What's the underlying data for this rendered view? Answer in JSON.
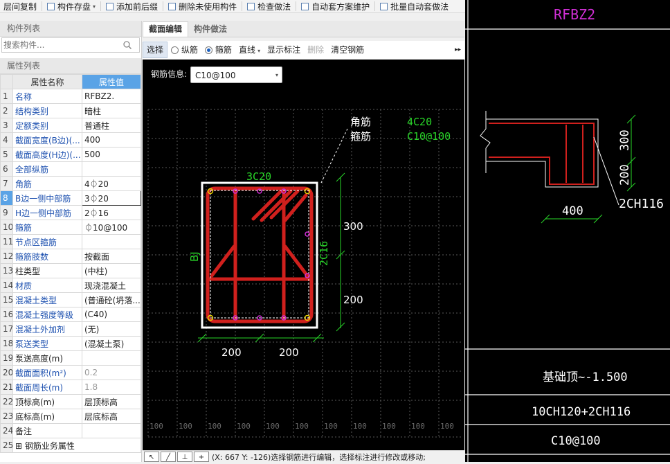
{
  "toolbar": {
    "items": [
      {
        "label": "层间复制",
        "icon": "copy-floor-icon"
      },
      {
        "label": "构件存盘",
        "icon": "save-component-icon",
        "dropdown": true
      },
      {
        "label": "添加前后缀",
        "icon": "add-prefix-icon"
      },
      {
        "label": "删除未使用构件",
        "icon": "delete-unused-icon"
      },
      {
        "label": "检查做法",
        "icon": "check-method-icon"
      },
      {
        "label": "自动套方案维护",
        "icon": "auto-scheme-icon"
      },
      {
        "label": "批量自动套做法",
        "icon": "batch-auto-icon"
      }
    ]
  },
  "left_panel": {
    "component_list_title": "构件列表",
    "search_placeholder": "搜索构件...",
    "property_list_title": "属性列表",
    "col_name": "属性名称",
    "col_value": "属性值",
    "rows": [
      {
        "n": "1",
        "name": "名称",
        "value": "RFBZ2."
      },
      {
        "n": "2",
        "name": "结构类别",
        "value": "暗柱"
      },
      {
        "n": "3",
        "name": "定额类别",
        "value": "普通柱"
      },
      {
        "n": "4",
        "name": "截面宽度(B边)(...",
        "value": "400"
      },
      {
        "n": "5",
        "name": "截面高度(H边)(...",
        "value": "500"
      },
      {
        "n": "6",
        "name": "全部纵筋",
        "value": ""
      },
      {
        "n": "7",
        "name": "角筋",
        "value": "4⏀20"
      },
      {
        "n": "8",
        "name": "B边一侧中部筋",
        "value": "3⏀20"
      },
      {
        "n": "9",
        "name": "H边一侧中部筋",
        "value": "2⏀16"
      },
      {
        "n": "10",
        "name": "箍筋",
        "value": "⏀10@100"
      },
      {
        "n": "11",
        "name": "节点区箍筋",
        "value": ""
      },
      {
        "n": "12",
        "name": "箍筋肢数",
        "value": "按截面"
      },
      {
        "n": "13",
        "name": "柱类型",
        "value": "(中柱)"
      },
      {
        "n": "14",
        "name": "材质",
        "value": "现浇混凝土"
      },
      {
        "n": "15",
        "name": "混凝土类型",
        "value": "(普通砼(坍落..."
      },
      {
        "n": "16",
        "name": "混凝土强度等级",
        "value": "(C40)"
      },
      {
        "n": "17",
        "name": "混凝土外加剂",
        "value": "(无)"
      },
      {
        "n": "18",
        "name": "泵送类型",
        "value": "(混凝土泵)"
      },
      {
        "n": "19",
        "name": "泵送高度(m)",
        "value": ""
      },
      {
        "n": "20",
        "name": "截面面积(m²)",
        "value": "0.2"
      },
      {
        "n": "21",
        "name": "截面周长(m)",
        "value": "1.8"
      },
      {
        "n": "22",
        "name": "顶标高(m)",
        "value": "层顶标高"
      },
      {
        "n": "23",
        "name": "底标高(m)",
        "value": "层底标高"
      },
      {
        "n": "24",
        "name": "备注",
        "value": ""
      },
      {
        "n": "25",
        "name": "钢筋业务属性",
        "value": ""
      }
    ]
  },
  "editor": {
    "tabs": [
      "截面编辑",
      "构件做法"
    ],
    "select_label": "选择",
    "radio_longitudinal": "纵筋",
    "radio_stirrup": "箍筋",
    "line_label": "直线",
    "show_dims": "显示标注",
    "delete": "删除",
    "clear_rebar": "清空钢筋",
    "rebar_info_label": "钢筋信息:",
    "rebar_info_value": "C10@100",
    "status_text": "(X: 667 Y: -126)选择钢筋进行编辑，选择标注进行修改或移动;"
  },
  "drawing": {
    "corner_label": "角筋",
    "stirrup_label": "箍筋",
    "corner_spec": "4C20",
    "stirrup_spec": "C10@100",
    "top_rebar": "3C20",
    "side_rebar": "2C16",
    "bj_label": "BJ",
    "dim_300": "300",
    "dim_200v": "200",
    "dim_200a": "200",
    "dim_200b": "200",
    "grid_100": "100"
  },
  "right_drawing": {
    "title": "RFBZ2",
    "dim_300": "300",
    "dim_200": "200",
    "dim_400": "400",
    "rebar_note": "2CH116",
    "elevation": "基础顶~-1.500",
    "longitudinal": "10CH120+2CH116",
    "stirrup": "C10@100"
  },
  "colors": {
    "accent": "#5aa3e6",
    "link": "#1f52b0",
    "rebar_red": "#d0201d",
    "cad_green": "#29d629",
    "cad_magenta": "#d12fd6"
  }
}
